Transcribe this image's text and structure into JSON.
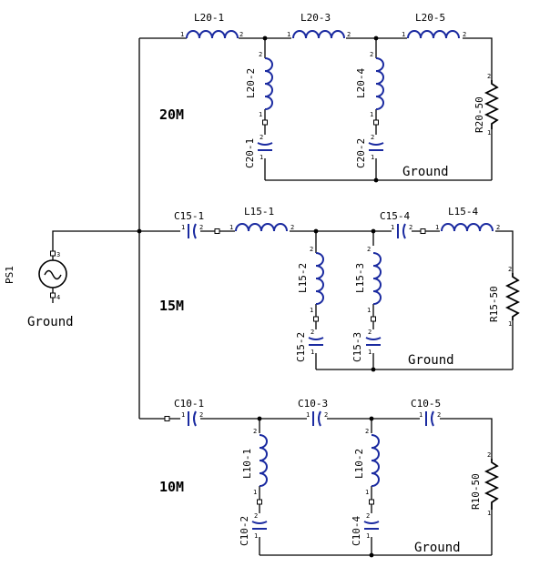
{
  "bands": {
    "band_20": "20M",
    "band_15": "15M",
    "band_10": "10M"
  },
  "source": {
    "label": "PS1",
    "ground": "Ground"
  },
  "grounds": {
    "g20": "Ground",
    "g15": "Ground",
    "g10": "Ground"
  },
  "components": {
    "L20_1": "L20-1",
    "L20_3": "L20-3",
    "L20_5": "L20-5",
    "L20_2": "L20-2",
    "L20_4": "L20-4",
    "C20_1": "C20-1",
    "C20_2": "C20-2",
    "R20_50": "R20-50",
    "C15_1": "C15-1",
    "L15_1": "L15-1",
    "C15_4": "C15-4",
    "L15_4": "L15-4",
    "L15_2": "L15-2",
    "L15_3": "L15-3",
    "C15_2": "C15-2",
    "C15_3": "C15-3",
    "R15_50": "R15-50",
    "C10_1": "C10-1",
    "C10_3": "C10-3",
    "C10_5": "C10-5",
    "L10_1": "L10-1",
    "L10_2": "L10-2",
    "C10_2": "C10-2",
    "C10_4": "C10-4",
    "R10_50": "R10-50"
  },
  "pins": {
    "p1": "1",
    "p2": "2",
    "p3": "3",
    "p4": "4"
  },
  "colors": {
    "wire": "#000000",
    "component": "#1a2aa0",
    "background": "#ffffff"
  }
}
